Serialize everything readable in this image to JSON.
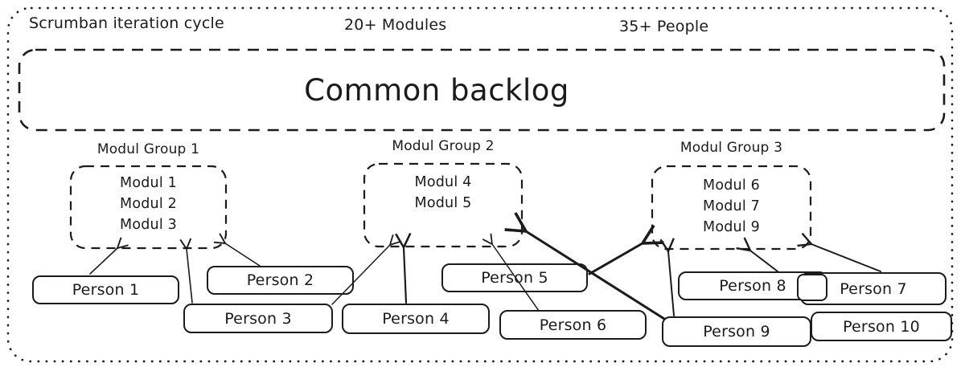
{
  "header": {
    "title": "Scrumban iteration cycle",
    "modules_count": "20+ Modules",
    "people_count": "35+ People"
  },
  "backlog": {
    "label": "Common backlog"
  },
  "groups": [
    {
      "label": "Modul Group 1",
      "modules": [
        "Modul 1",
        "Modul 2",
        "Modul 3"
      ]
    },
    {
      "label": "Modul Group 2",
      "modules": [
        "Modul 4",
        "Modul 5"
      ]
    },
    {
      "label": "Modul Group 3",
      "modules": [
        "Modul 6",
        "Modul 7",
        "Modul 9"
      ]
    }
  ],
  "people": [
    {
      "label": "Person 1"
    },
    {
      "label": "Person 2"
    },
    {
      "label": "Person 3"
    },
    {
      "label": "Person 4"
    },
    {
      "label": "Person 5"
    },
    {
      "label": "Person 6"
    },
    {
      "label": "Person 7"
    },
    {
      "label": "Person 8"
    },
    {
      "label": "Person 9"
    },
    {
      "label": "Person 10"
    }
  ],
  "assignments": [
    {
      "from": "Person 1",
      "to": "Modul Group 1"
    },
    {
      "from": "Person 2",
      "to": "Modul Group 1"
    },
    {
      "from": "Person 3",
      "to": "Modul Group 1"
    },
    {
      "from": "Person 3",
      "to": "Modul Group 2"
    },
    {
      "from": "Person 4",
      "to": "Modul Group 2"
    },
    {
      "from": "Person 6",
      "to": "Modul Group 2"
    },
    {
      "from": "Person 9",
      "to": "Modul Group 2"
    },
    {
      "from": "Person 5",
      "to": "Modul Group 3"
    },
    {
      "from": "Person 9",
      "to": "Modul Group 3"
    },
    {
      "from": "Person 8",
      "to": "Modul Group 3"
    },
    {
      "from": "Person 7",
      "to": "Modul Group 3"
    }
  ],
  "colors": {
    "ink": "#1b1b1b",
    "background": "#ffffff"
  }
}
